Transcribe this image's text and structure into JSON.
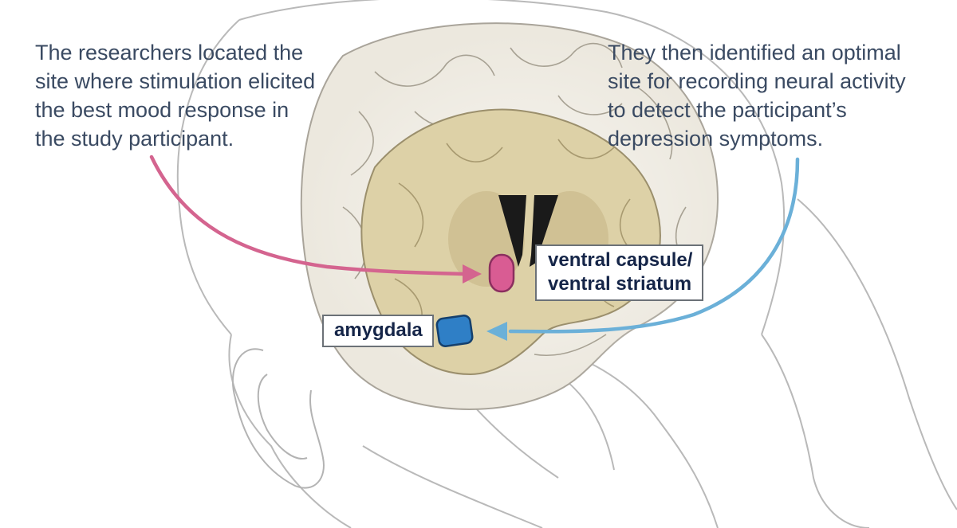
{
  "left_caption": {
    "lines": [
      "The researchers located the",
      "site where stimulation elicited",
      "the best mood response in",
      "the study participant."
    ]
  },
  "right_caption": {
    "lines": [
      "They then identified an optimal",
      "site for recording neural activity",
      "to detect the participant’s",
      "depression symptoms."
    ]
  },
  "labels": {
    "ventral_region": [
      "ventral capsule/",
      "ventral striatum"
    ],
    "amygdala": "amygdala"
  },
  "colors": {
    "caption_text": "#3a4a62",
    "label_text": "#152548",
    "stimulation_site": "#d95c93",
    "recording_site": "#2f7fc6",
    "stimulation_arrow": "#d4648f",
    "recording_arrow": "#6bb0d8"
  }
}
